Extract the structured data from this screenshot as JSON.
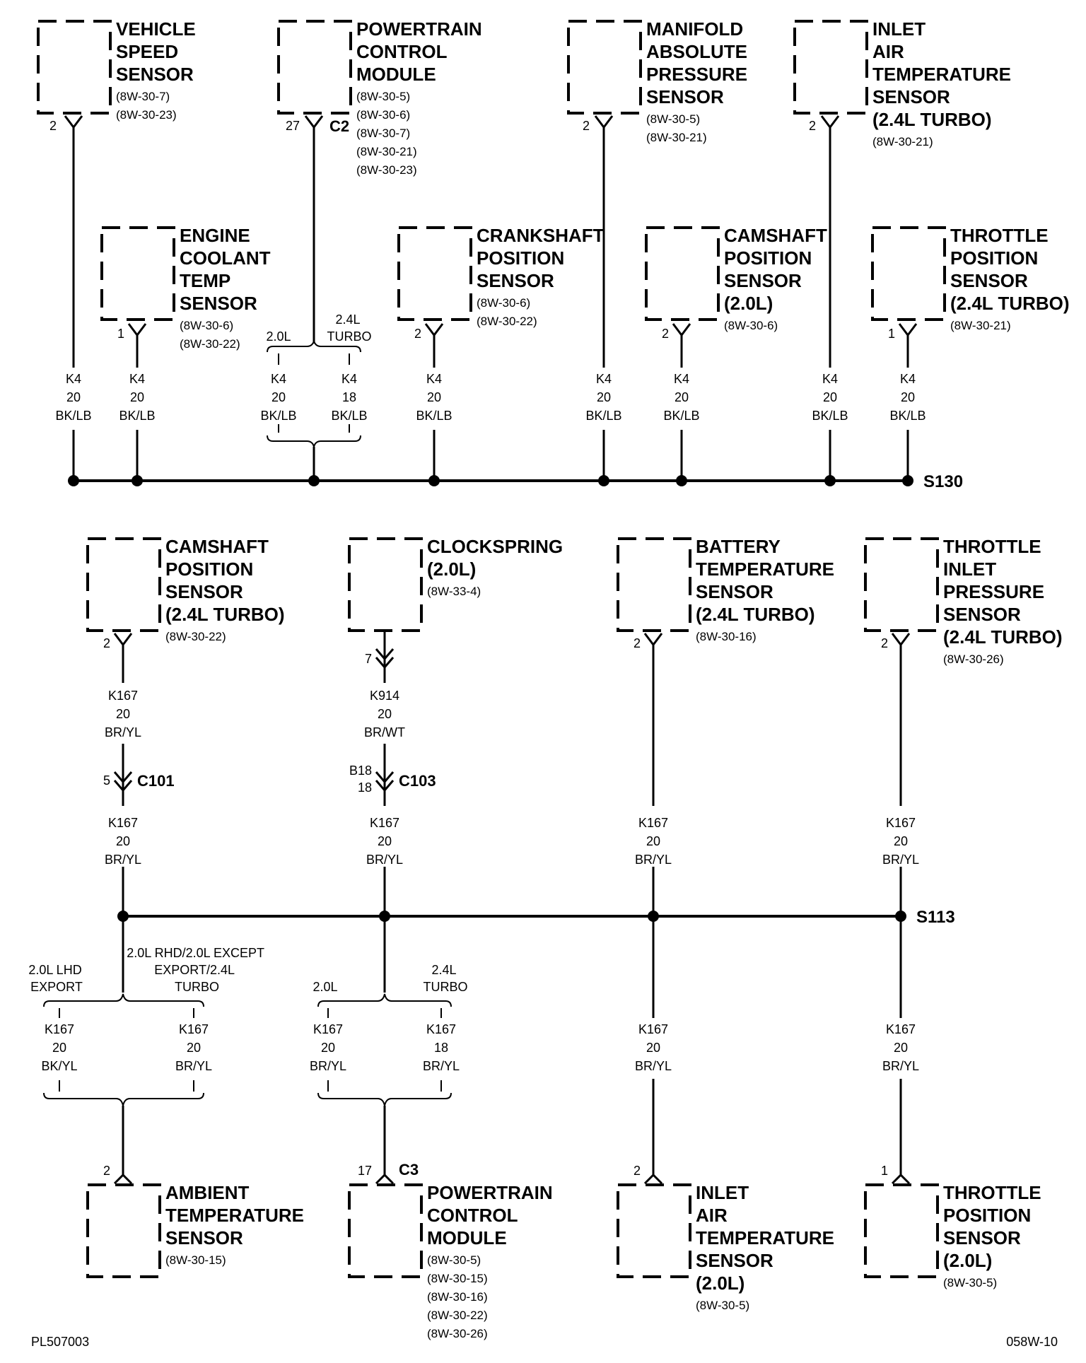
{
  "top_components": [
    {
      "name": [
        "VEHICLE",
        "SPEED",
        "SENSOR"
      ],
      "refs": [
        "(8W-30-7)",
        "(8W-30-23)"
      ],
      "pin": "2",
      "connector": ""
    },
    {
      "name": [
        "POWERTRAIN",
        "CONTROL",
        "MODULE"
      ],
      "refs": [
        "(8W-30-5)",
        "(8W-30-6)",
        "(8W-30-7)",
        "(8W-30-21)",
        "(8W-30-23)"
      ],
      "pin": "27",
      "connector": "C2"
    },
    {
      "name": [
        "MANIFOLD",
        "ABSOLUTE",
        "PRESSURE",
        "SENSOR"
      ],
      "refs": [
        "(8W-30-5)",
        "(8W-30-21)"
      ],
      "pin": "2",
      "connector": ""
    },
    {
      "name": [
        "INLET",
        "AIR",
        "TEMPERATURE",
        "SENSOR",
        "(2.4L TURBO)"
      ],
      "refs": [
        "(8W-30-21)"
      ],
      "pin": "2",
      "connector": ""
    },
    {
      "name": [
        "ENGINE",
        "COOLANT",
        "TEMP",
        "SENSOR"
      ],
      "refs": [
        "(8W-30-6)",
        "(8W-30-22)"
      ],
      "pin": "1",
      "connector": ""
    },
    {
      "name": [
        "CRANKSHAFT",
        "POSITION",
        "SENSOR"
      ],
      "refs": [
        "(8W-30-6)",
        "(8W-30-22)"
      ],
      "pin": "2",
      "connector": ""
    },
    {
      "name": [
        "CAMSHAFT",
        "POSITION",
        "SENSOR",
        "(2.0L)"
      ],
      "refs": [
        "(8W-30-6)"
      ],
      "pin": "2",
      "connector": ""
    },
    {
      "name": [
        "THROTTLE",
        "POSITION",
        "SENSOR",
        "(2.4L TURBO)"
      ],
      "refs": [
        "(8W-30-21)"
      ],
      "pin": "1",
      "connector": ""
    }
  ],
  "top_wires": [
    {
      "circuit": "K4",
      "gauge": "20",
      "color": "BK/LB"
    },
    {
      "circuit": "K4",
      "gauge": "20",
      "color": "BK/LB"
    },
    {
      "circuit": "K4",
      "gauge": "20",
      "color": "BK/LB"
    },
    {
      "circuit": "K4",
      "gauge": "18",
      "color": "BK/LB"
    },
    {
      "circuit": "K4",
      "gauge": "20",
      "color": "BK/LB"
    },
    {
      "circuit": "K4",
      "gauge": "20",
      "color": "BK/LB"
    },
    {
      "circuit": "K4",
      "gauge": "20",
      "color": "BK/LB"
    },
    {
      "circuit": "K4",
      "gauge": "20",
      "color": "BK/LB"
    },
    {
      "circuit": "K4",
      "gauge": "20",
      "color": "BK/LB"
    }
  ],
  "top_branch": {
    "left": "2.0L",
    "right_line1": "2.4L",
    "right_line2": "TURBO"
  },
  "splice_top": "S130",
  "mid_components": [
    {
      "name": [
        "CAMSHAFT",
        "POSITION",
        "SENSOR",
        "(2.4L TURBO)"
      ],
      "refs": [
        "(8W-30-22)"
      ],
      "pin": "2"
    },
    {
      "name": [
        "CLOCKSPRING",
        "(2.0L)"
      ],
      "refs": [
        "(8W-33-4)"
      ],
      "pin": "7"
    },
    {
      "name": [
        "BATTERY",
        "TEMPERATURE",
        "SENSOR",
        "(2.4L TURBO)"
      ],
      "refs": [
        "(8W-30-16)"
      ],
      "pin": "2"
    },
    {
      "name": [
        "THROTTLE",
        "INLET",
        "PRESSURE",
        "SENSOR",
        "(2.4L TURBO)"
      ],
      "refs": [
        "(8W-30-26)"
      ],
      "pin": "2"
    }
  ],
  "mid_wires_upper": [
    {
      "circuit": "K167",
      "gauge": "20",
      "color": "BR/YL"
    },
    {
      "circuit": "K914",
      "gauge": "20",
      "color": "BR/WT"
    }
  ],
  "connectors_mid": [
    {
      "pin": "5",
      "name": "C101"
    },
    {
      "pin_a": "B18",
      "pin_b": "18",
      "name": "C103"
    }
  ],
  "mid_wires_lower": [
    {
      "circuit": "K167",
      "gauge": "20",
      "color": "BR/YL"
    },
    {
      "circuit": "K167",
      "gauge": "20",
      "color": "BR/YL"
    },
    {
      "circuit": "K167",
      "gauge": "20",
      "color": "BR/YL"
    },
    {
      "circuit": "K167",
      "gauge": "20",
      "color": "BR/YL"
    }
  ],
  "splice_bottom": "S113",
  "bottom_branch_a": {
    "left_line1": "2.0L LHD",
    "left_line2": "EXPORT",
    "right_line1": "2.0L RHD/2.0L EXCEPT",
    "right_line2": "EXPORT/2.4L",
    "right_line3": "TURBO"
  },
  "bottom_branch_b": {
    "left": "2.0L",
    "right_line1": "2.4L",
    "right_line2": "TURBO"
  },
  "bottom_wires": [
    {
      "circuit": "K167",
      "gauge": "20",
      "color": "BK/YL"
    },
    {
      "circuit": "K167",
      "gauge": "20",
      "color": "BR/YL"
    },
    {
      "circuit": "K167",
      "gauge": "20",
      "color": "BR/YL"
    },
    {
      "circuit": "K167",
      "gauge": "18",
      "color": "BR/YL"
    },
    {
      "circuit": "K167",
      "gauge": "20",
      "color": "BR/YL"
    },
    {
      "circuit": "K167",
      "gauge": "20",
      "color": "BR/YL"
    }
  ],
  "bottom_components": [
    {
      "name": [
        "AMBIENT",
        "TEMPERATURE",
        "SENSOR"
      ],
      "refs": [
        "(8W-30-15)"
      ],
      "pin": "2",
      "connector": ""
    },
    {
      "name": [
        "POWERTRAIN",
        "CONTROL",
        "MODULE"
      ],
      "refs": [
        "(8W-30-5)",
        "(8W-30-15)",
        "(8W-30-16)",
        "(8W-30-22)",
        "(8W-30-26)"
      ],
      "pin": "17",
      "connector": "C3"
    },
    {
      "name": [
        "INLET",
        "AIR",
        "TEMPERATURE",
        "SENSOR",
        "(2.0L)"
      ],
      "refs": [
        "(8W-30-5)"
      ],
      "pin": "2",
      "connector": ""
    },
    {
      "name": [
        "THROTTLE",
        "POSITION",
        "SENSOR",
        "(2.0L)"
      ],
      "refs": [
        "(8W-30-5)"
      ],
      "pin": "1",
      "connector": ""
    }
  ],
  "footer": {
    "left": "PL507003",
    "right": "058W-10"
  }
}
